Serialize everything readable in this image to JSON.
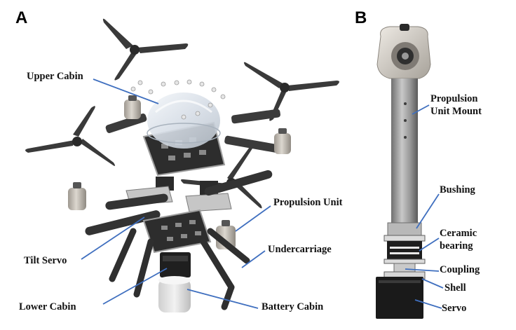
{
  "panels": {
    "a": "A",
    "b": "B"
  },
  "labels": {
    "upper_cabin": "Upper Cabin",
    "propulsion_unit": "Propulsion Unit",
    "tilt_servo": "Tilt Servo",
    "undercarriage": "Undercarriage",
    "lower_cabin": "Lower Cabin",
    "battery_cabin": "Battery Cabin",
    "propulsion_unit_mount_1": "Propulsion",
    "propulsion_unit_mount_2": "Unit Mount",
    "bushing": "Bushing",
    "ceramic_bearing_1": "Ceramic",
    "ceramic_bearing_2": "bearing",
    "coupling": "Coupling",
    "shell": "Shell",
    "servo": "Servo"
  },
  "colors": {
    "leader_line": "#3f6fbf",
    "propeller": "#3a3a3a",
    "frame": "#2a2a2a",
    "motor": "#c9c4bc",
    "dome": "#dfe6ee"
  }
}
